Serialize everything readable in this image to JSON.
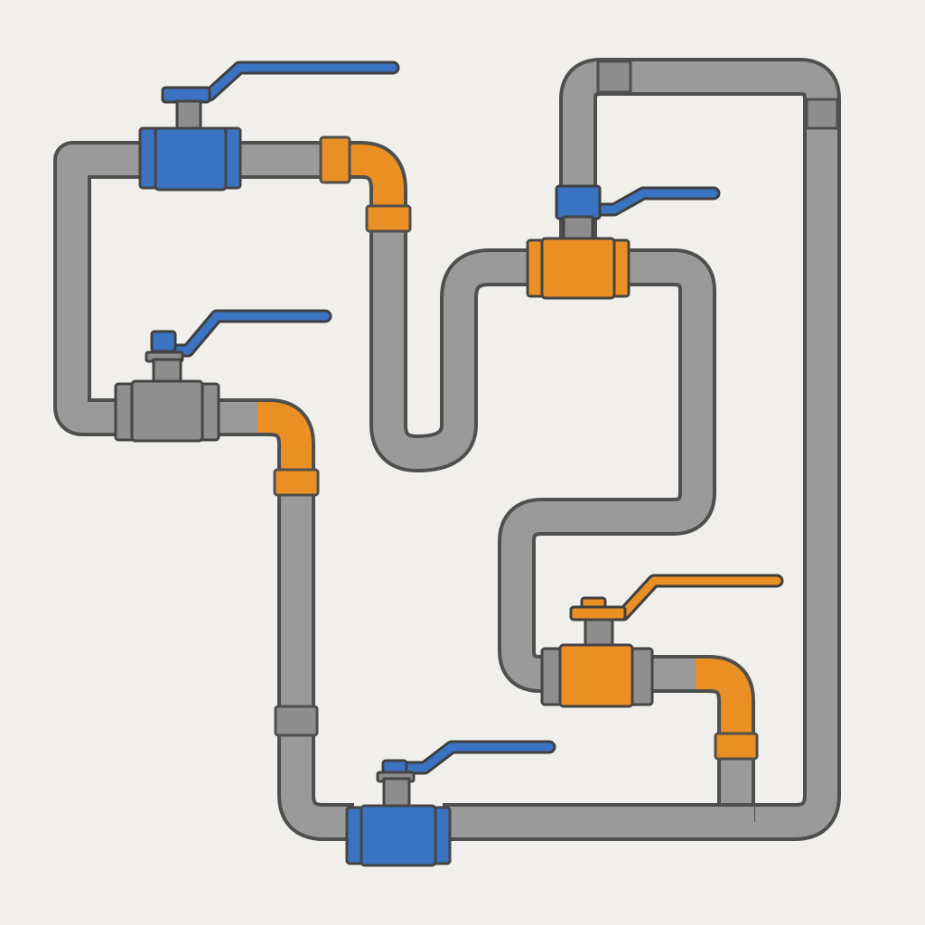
{
  "colors": {
    "background": "#f0efeb",
    "pipe_gray": "#9a9a9a",
    "outline": "#4f4f4f",
    "valve_blue": "#3b73c3",
    "valve_orange": "#ea8f23",
    "valve_gray": "#8f8f8f"
  },
  "valves": [
    {
      "name": "top-left-blue-valve",
      "body": "blue",
      "handle": "blue"
    },
    {
      "name": "middle-left-gray-valve",
      "body": "gray",
      "handle": "blue"
    },
    {
      "name": "upper-right-orange-valve",
      "body": "orange",
      "handle": "blue"
    },
    {
      "name": "lower-right-orange-valve",
      "body": "orange",
      "handle": "orange"
    },
    {
      "name": "bottom-blue-valve",
      "body": "blue",
      "handle": "blue"
    }
  ]
}
